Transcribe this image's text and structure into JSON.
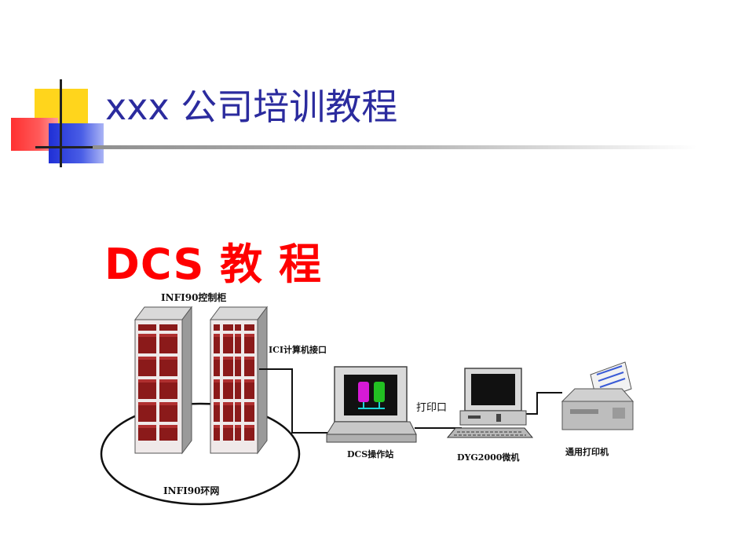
{
  "slide": {
    "title": "xxx 公司培训教程",
    "subtitle": "DCS 教 程"
  },
  "diagram": {
    "labels": {
      "cabinet": "INFI90控制柜",
      "ring": "INFI90环网",
      "ici_interface": "ICI计算机接口",
      "print_port": "打印口",
      "workstation": "DCS操作站",
      "microcomputer": "DYG2000微机",
      "printer": "通用打印机"
    }
  },
  "colors": {
    "title": "#2b2b9e",
    "subtitle": "#ff0000",
    "cabinet_panel": "#8b1a1a",
    "accent_yellow": "#ffd51c",
    "accent_red": "#ff3030",
    "accent_blue": "#1f2fd6"
  }
}
